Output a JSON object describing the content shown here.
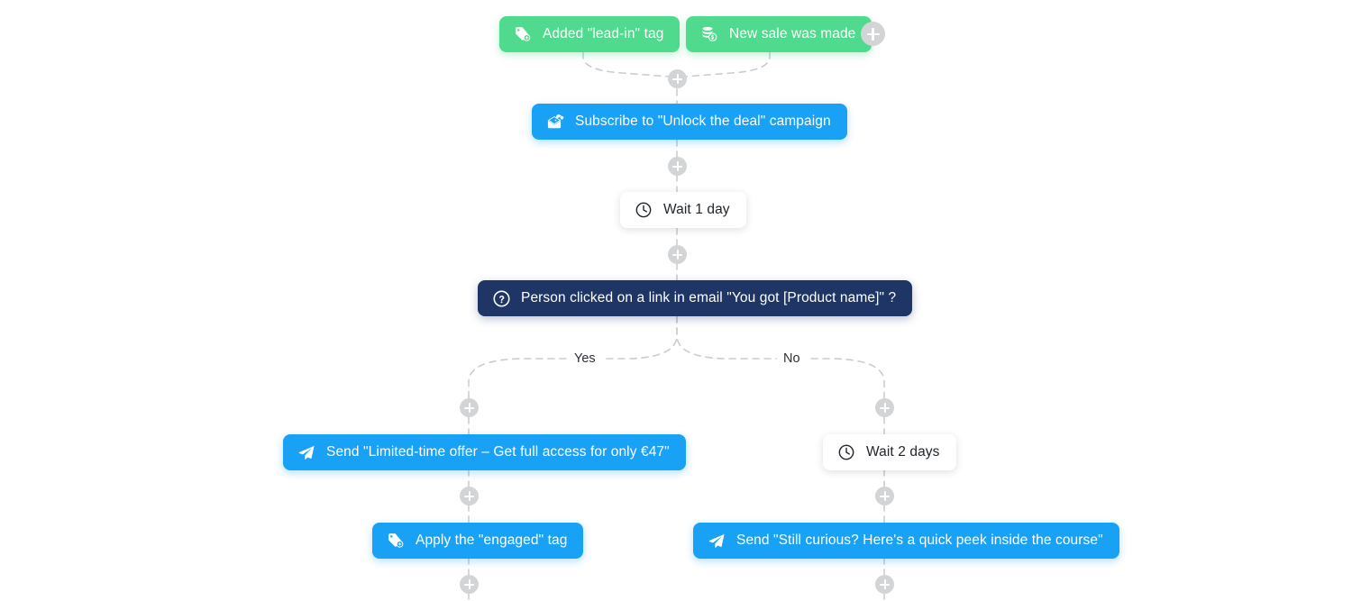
{
  "canvas": {
    "background": "#ffffff",
    "accent_blue": "#19a2f5",
    "accent_green": "#4fda8e",
    "accent_navy": "#1e3566",
    "connector_color": "#c9cdd2",
    "plus_color": "#d2d4d6"
  },
  "nodes": [
    {
      "id": "trigger-tag-added",
      "kind": "trigger",
      "icon": "tag-plus-icon",
      "label": "Added \"lead-in\" tag"
    },
    {
      "id": "trigger-new-sale",
      "kind": "trigger",
      "icon": "coins-dollar-icon",
      "label": "New sale was made"
    },
    {
      "id": "action-subscribe-campaign",
      "kind": "action",
      "icon": "campaign-envelope-icon",
      "label": "Subscribe to \"Unlock the deal\" campaign"
    },
    {
      "id": "wait-1-day",
      "kind": "wait",
      "icon": "clock-icon",
      "label": "Wait 1 day"
    },
    {
      "id": "condition-link-clicked",
      "kind": "condition",
      "icon": "question-circle-icon",
      "label": "Person clicked on a link in email \"You got [Product name]\" ?"
    },
    {
      "id": "action-send-limited-offer",
      "kind": "action",
      "icon": "paper-plane-icon",
      "label": "Send \"Limited-time offer – Get full access for only €47\""
    },
    {
      "id": "wait-2-days",
      "kind": "wait",
      "icon": "clock-icon",
      "label": "Wait 2 days"
    },
    {
      "id": "action-apply-engaged-tag",
      "kind": "action",
      "icon": "tag-plus-icon",
      "label": "Apply the \"engaged\" tag"
    },
    {
      "id": "action-send-still-curious",
      "kind": "action",
      "icon": "paper-plane-icon",
      "label": "Send \"Still curious? Here's a quick peek inside the course\""
    }
  ],
  "branches": {
    "yes_label": "Yes",
    "no_label": "No"
  },
  "add_buttons": [
    {
      "id": "add-trigger",
      "name": "add-trigger-button"
    },
    {
      "id": "add-after-triggers",
      "name": "add-step-button-after-triggers"
    },
    {
      "id": "add-after-campaign",
      "name": "add-step-button-after-campaign"
    },
    {
      "id": "add-after-wait1",
      "name": "add-step-button-after-wait-1-day"
    },
    {
      "id": "add-yes-top",
      "name": "add-step-button-yes-branch-top"
    },
    {
      "id": "add-no-top",
      "name": "add-step-button-no-branch-top"
    },
    {
      "id": "add-yes-mid",
      "name": "add-step-button-yes-branch-middle"
    },
    {
      "id": "add-no-mid",
      "name": "add-step-button-no-branch-middle"
    },
    {
      "id": "add-yes-bottom",
      "name": "add-step-button-yes-branch-bottom"
    },
    {
      "id": "add-no-bottom",
      "name": "add-step-button-no-branch-bottom"
    }
  ]
}
